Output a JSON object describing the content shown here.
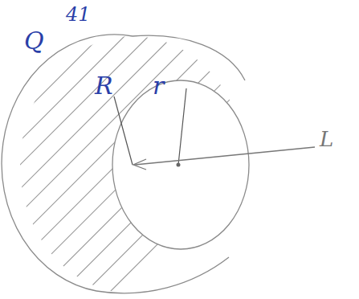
{
  "diagram": {
    "labels": [
      "41",
      "Q",
      "R",
      "r",
      "L"
    ]
  }
}
